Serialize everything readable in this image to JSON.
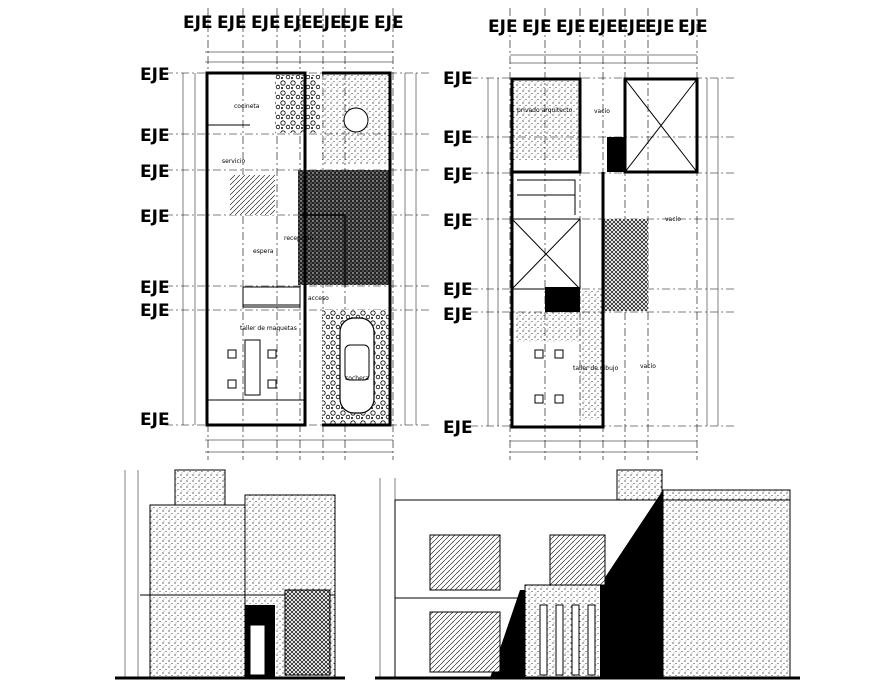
{
  "axis_label": "EJE",
  "ground_floor": {
    "rooms": {
      "kitchenette": "cocineta",
      "service": "servicio",
      "waiting": "espera",
      "reception": "recepción",
      "entrance": "acceso",
      "model_workshop": "taller de maquetas",
      "garage": "cochera"
    }
  },
  "upper_floor": {
    "rooms": {
      "architect_office": "privado arquitecto",
      "void_top": "vacío",
      "void_right": "vacío",
      "void_bottom": "vacío",
      "drawing_workshop": "taller de dibujo"
    }
  },
  "colors": {
    "line": "#000000",
    "background": "#ffffff"
  }
}
